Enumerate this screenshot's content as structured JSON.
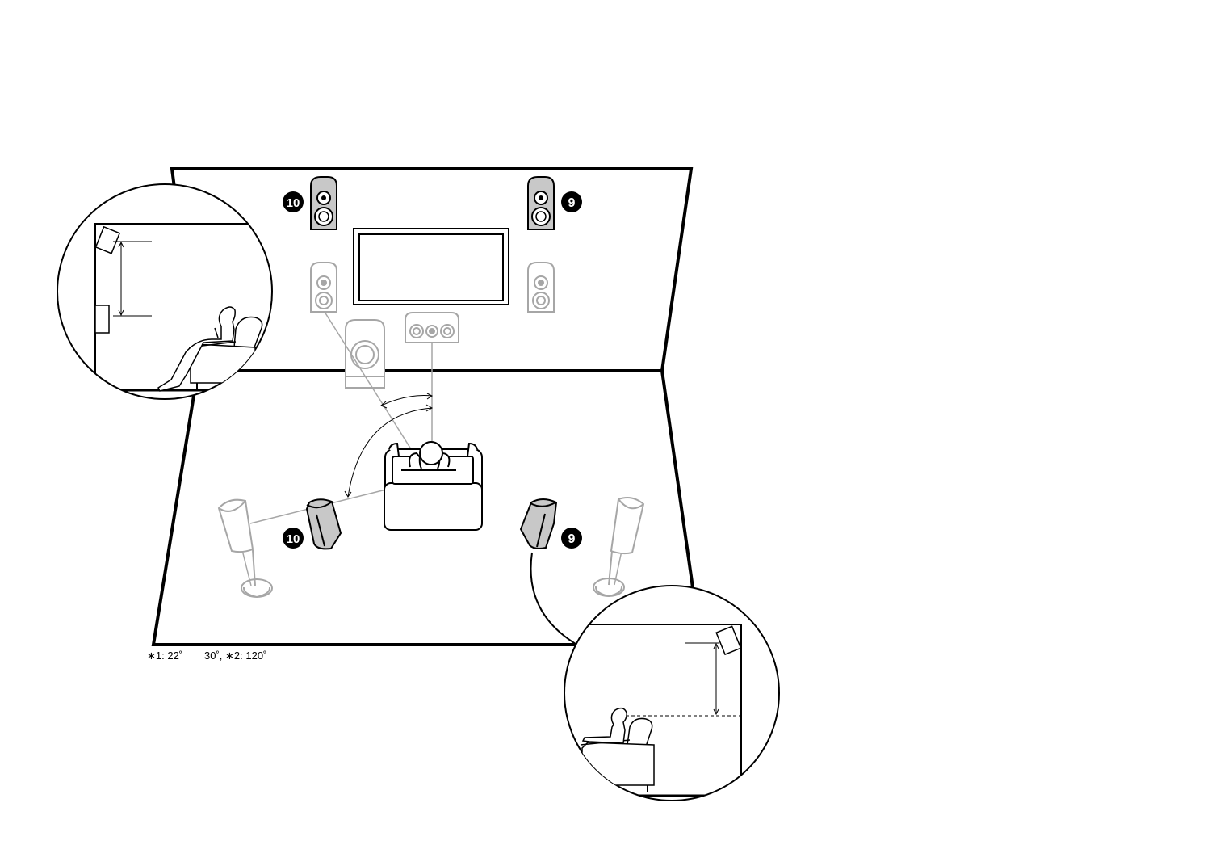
{
  "badges": {
    "front_high_left": "10",
    "front_high_right": "9",
    "surround_back_left": "10",
    "surround_back_right": "9"
  },
  "footnote": {
    "part1": "∗1: 22˚",
    "part2": "30˚, ∗2: 120˚"
  },
  "colors": {
    "line": "#000000",
    "highlight_fill": "#c8c8c8",
    "ghost_stroke": "#a6a6a6",
    "badge_fill": "#000000"
  }
}
